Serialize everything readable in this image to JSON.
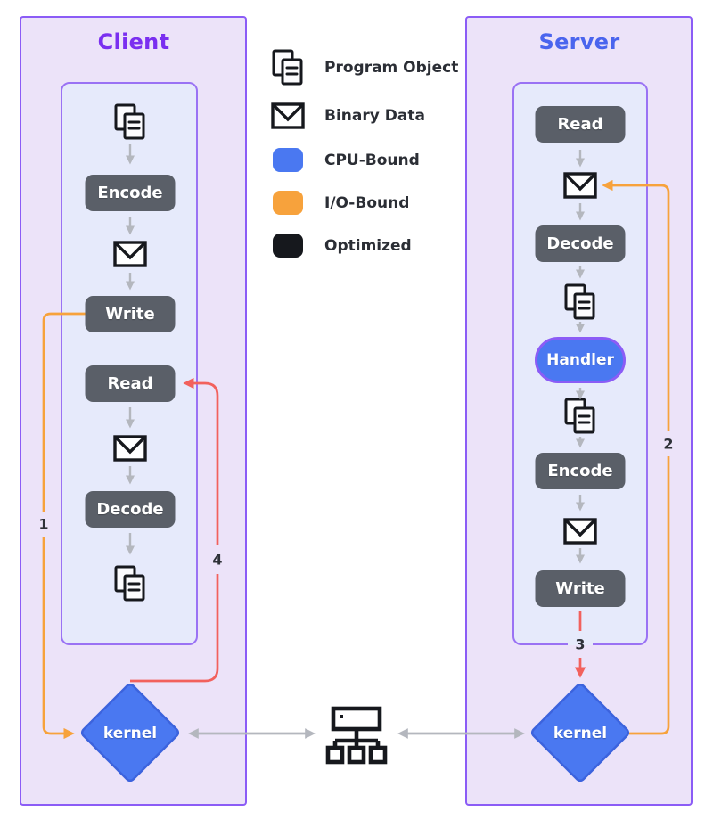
{
  "colors": {
    "purple": "#8b5cf6",
    "inner_purple": "#9a72f4",
    "outer_fill": "#ece3f9",
    "inner_fill": "#e6eafb",
    "client_title": "#7a2ff0",
    "server_title": "#4a65ee",
    "step_bg": "#5a5f68",
    "step_text": "#ffffff",
    "blue": "#4a78f1",
    "blue_border": "#3c63dd",
    "orange": "#f7a23c",
    "red": "#f2615d",
    "black": "#16181d",
    "gray_arrow": "#b4b7be",
    "label_dark": "#2e3138",
    "legend_text": "#2b2e35"
  },
  "client": {
    "title": "Client",
    "steps": [
      {
        "label": "Encode"
      },
      {
        "label": "Write"
      },
      {
        "label": "Read"
      },
      {
        "label": "Decode"
      }
    ],
    "kernel_label": "kernel"
  },
  "server": {
    "title": "Server",
    "steps": [
      {
        "label": "Read"
      },
      {
        "label": "Decode"
      },
      {
        "label": "Handler"
      },
      {
        "label": "Encode"
      },
      {
        "label": "Write"
      }
    ],
    "kernel_label": "kernel"
  },
  "legend": {
    "items": [
      {
        "icon": "program-object-icon",
        "label": "Program Object"
      },
      {
        "icon": "binary-data-icon",
        "label": "Binary Data"
      },
      {
        "icon": "cpu-bound-swatch",
        "label": "CPU-Bound"
      },
      {
        "icon": "io-bound-swatch",
        "label": "I/O-Bound"
      },
      {
        "icon": "optimized-swatch",
        "label": "Optimized"
      }
    ]
  },
  "flow_labels": {
    "client_write_to_kernel": "1",
    "kernel_to_server_read": "2",
    "server_write_to_kernel": "3",
    "kernel_to_client_read": "4"
  }
}
